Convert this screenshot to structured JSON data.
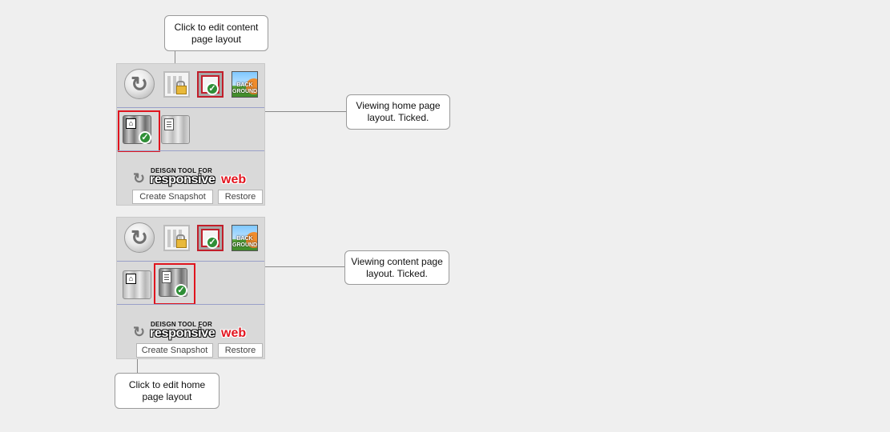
{
  "callouts": {
    "edit_content": "Click to edit content page layout",
    "viewing_home": "Viewing home page layout. Ticked.",
    "viewing_content": "Viewing content page layout. Ticked.",
    "edit_home": "Click to edit home page layout"
  },
  "toolbar": {
    "background_label": "BACK GROUND"
  },
  "brand": {
    "small": "DEISGN TOOL FOR",
    "big": "responsive",
    "web": "web"
  },
  "buttons": {
    "create_snapshot": "Create Snapshot",
    "restore": "Restore"
  },
  "icons": {
    "refresh": "refresh-icon",
    "grid_lock": "grid-lock-icon",
    "layout_check": "layout-check-icon",
    "background": "background-image-icon",
    "home_layout": "home-layout-icon",
    "content_layout": "content-layout-icon"
  },
  "colors": {
    "selection": "#e0141e",
    "tick": "#2f8f37",
    "brand_red": "#e3141e"
  }
}
